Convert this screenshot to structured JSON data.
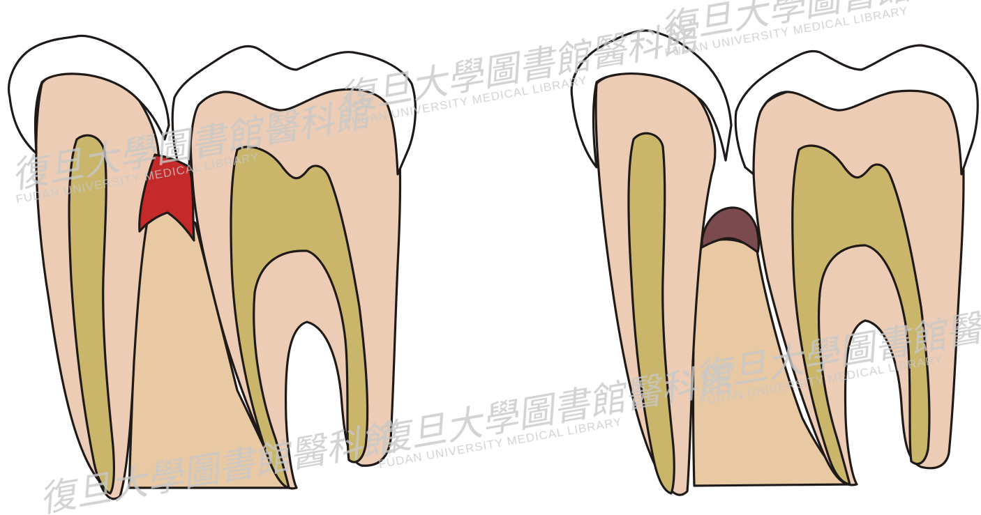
{
  "colors": {
    "enamel": "#ffffff",
    "dentin": "#ecccb4",
    "pulp": "#c9b66a",
    "bone": "#e8c9a3",
    "inflamed_gingiva": "#c42a2a",
    "healed_gingiva": "#7a4a4e",
    "outline": "#1f1a17",
    "watermark": "#c8c8c8"
  },
  "watermark": {
    "chinese": "復旦大學圖書館醫科館",
    "english": "FUDAN UNIVERSITY MEDICAL LIBRARY"
  },
  "panels": [
    {
      "id": "left",
      "gingival_state": "inflamed"
    },
    {
      "id": "right",
      "gingival_state": "healed"
    }
  ]
}
